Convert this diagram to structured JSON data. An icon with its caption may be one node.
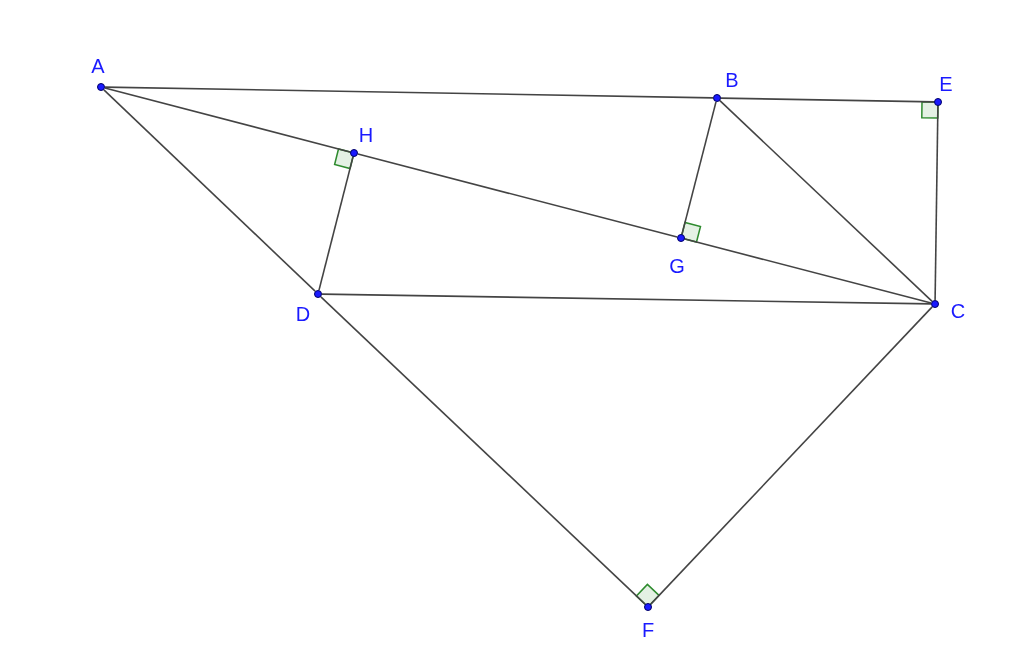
{
  "diagram": {
    "nodes": [
      {
        "text": [
          "A"
        ]
      },
      {
        "text": [
          "B"
        ]
      },
      {
        "text": [
          "E"
        ]
      },
      {
        "text": [
          "H"
        ]
      },
      {
        "text": [
          "G"
        ]
      },
      {
        "text": [
          "D"
        ]
      },
      {
        "text": [
          "C"
        ]
      },
      {
        "text": [
          "F"
        ]
      }
    ],
    "edges": [
      {
        "from": 0,
        "to": 1,
        "arrow": "none"
      },
      {
        "from": 1,
        "to": 2,
        "arrow": "none"
      },
      {
        "from": 0,
        "to": 3,
        "arrow": "none"
      },
      {
        "from": 3,
        "to": 4,
        "arrow": "none"
      },
      {
        "from": 4,
        "to": 6,
        "arrow": "none"
      },
      {
        "from": 0,
        "to": 5,
        "arrow": "none"
      },
      {
        "from": 5,
        "to": 7,
        "arrow": "none"
      },
      {
        "from": 1,
        "to": 4,
        "arrow": "none"
      },
      {
        "from": 3,
        "to": 5,
        "arrow": "none"
      },
      {
        "from": 1,
        "to": 6,
        "arrow": "none"
      },
      {
        "from": 2,
        "to": 6,
        "arrow": "none"
      },
      {
        "from": 5,
        "to": 6,
        "arrow": "none"
      },
      {
        "from": 6,
        "to": 7,
        "arrow": "none"
      }
    ]
  }
}
